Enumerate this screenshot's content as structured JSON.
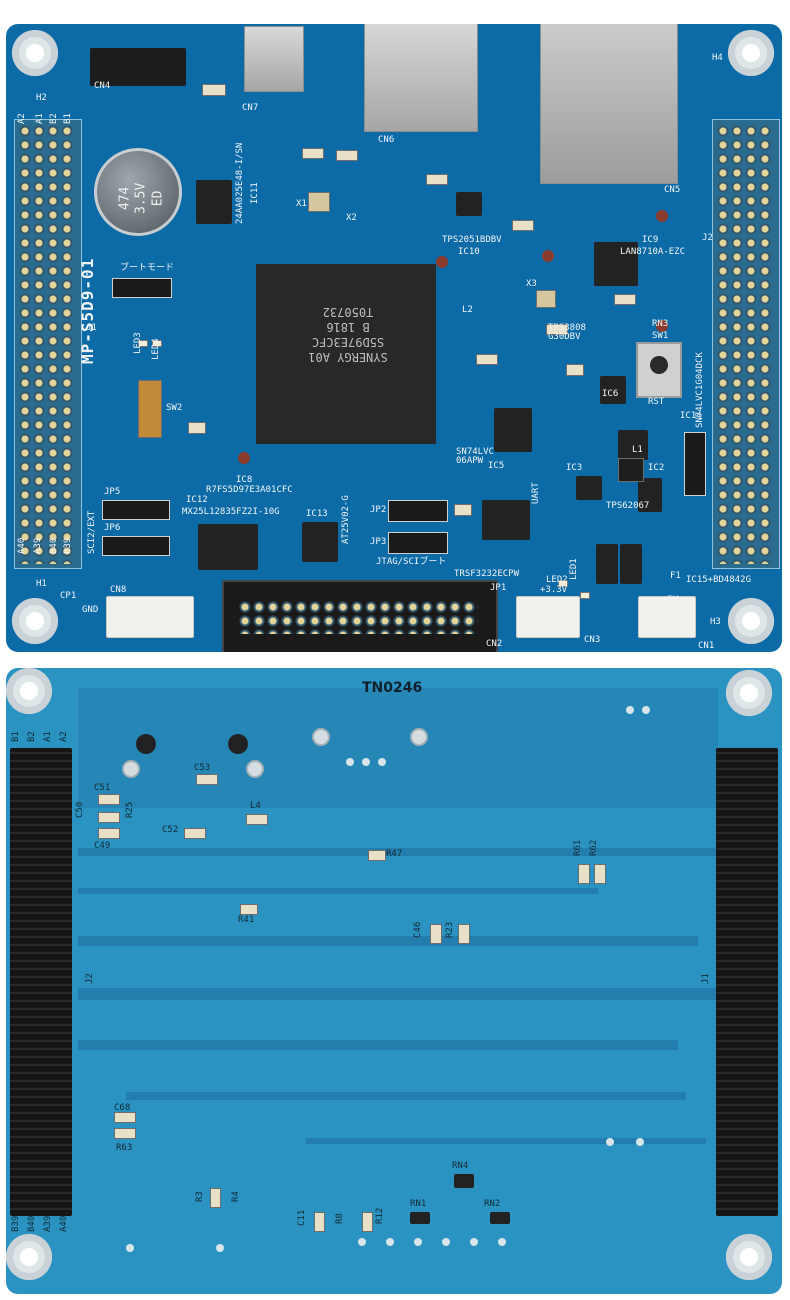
{
  "top_board": {
    "model": "MP-S5D9-01",
    "mcu_text": [
      "SYNERGY  A01",
      "S5D97E3CFC",
      "B   1816",
      "T050732"
    ],
    "capacitor_text": [
      "474",
      "3.5V",
      "ED"
    ],
    "chip_labels": {
      "eeprom": "24AA025E48-I/SN",
      "ic11": "IC11",
      "usb_power_switch": "TPS2051BDBV",
      "ic10": "IC10",
      "ethernet_phy": "LAN8710A-EZC",
      "ic9": "IC9",
      "supervisor": "TPS3808 G30DBV",
      "ic8": "IC8",
      "mcu_part": "R7FS5D97E3A01CFC",
      "flash": "MX25L12835FZ2I-10G",
      "ic12": "IC12",
      "ic13": "IC13",
      "flash2": "AT25V02-G",
      "logic": "SN74LVC 06APW",
      "ic5": "IC5",
      "transceiver": "TRSF3232ECPW",
      "regulator": "TPS62067",
      "buffer": "SN74LVC1G04DCK",
      "ic15": "IC15+BD4842G",
      "ic14": "IC14",
      "ic6": "IC6",
      "ic3": "IC3",
      "ic2": "IC2"
    },
    "connector_labels": [
      "CN1",
      "CN2",
      "CN3",
      "CN4",
      "CN5",
      "CN6",
      "CN7",
      "CN8",
      "J1",
      "J2",
      "H1",
      "H2",
      "H3",
      "H4"
    ],
    "jumper_labels": [
      "JP1",
      "JP2",
      "JP3",
      "JP5",
      "JP6",
      "SW1",
      "SW2",
      "RST"
    ],
    "misc_silk": [
      "A2",
      "A1",
      "B2",
      "B1",
      "A40",
      "A39",
      "B40",
      "B39",
      "GND",
      "CP1",
      "F1",
      "LED1",
      "LED2",
      "LED3",
      "LED4",
      "+3.3V",
      "+5V",
      "JTAG/SCIブート",
      "SCI2/EXT",
      "UART",
      "ブートモード",
      "RN3",
      "L1",
      "L2",
      "X1",
      "X2",
      "X3"
    ]
  },
  "bottom_board": {
    "title": "TN0246",
    "silk": [
      "C53",
      "C51",
      "C50",
      "C49",
      "R25",
      "C52",
      "L4",
      "R47",
      "R41",
      "C46",
      "R23",
      "R61",
      "R62",
      "J2",
      "J1",
      "C68",
      "R63",
      "RN4",
      "RN1",
      "RN2",
      "R3",
      "R4",
      "C11",
      "R8",
      "R12",
      "B1",
      "B2",
      "A1",
      "A2",
      "B39",
      "B40",
      "A39",
      "A40"
    ]
  }
}
